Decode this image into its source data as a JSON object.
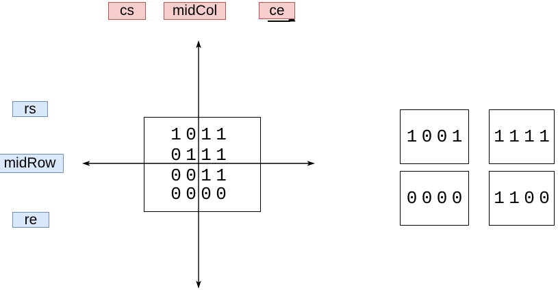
{
  "diagram": {
    "column_markers": [
      {
        "label": "cs"
      },
      {
        "label": "midCol"
      },
      {
        "label": "ce"
      }
    ],
    "row_markers": [
      {
        "label": "rs"
      },
      {
        "label": "midRow"
      },
      {
        "label": "re"
      }
    ],
    "matrix_rows": [
      [
        "1",
        "0",
        "1",
        "1"
      ],
      [
        "0",
        "1",
        "1",
        "1"
      ],
      [
        "0",
        "0",
        "1",
        "1"
      ],
      [
        "0",
        "0",
        "0",
        "0"
      ]
    ],
    "quadrants": [
      {
        "position": "top-left",
        "digits": [
          "1",
          "0",
          "0",
          "1"
        ]
      },
      {
        "position": "top-right",
        "digits": [
          "1",
          "1",
          "1",
          "1"
        ]
      },
      {
        "position": "bottom-left",
        "digits": [
          "0",
          "0",
          "0",
          "0"
        ]
      },
      {
        "position": "bottom-right",
        "digits": [
          "1",
          "1",
          "0",
          "0"
        ]
      }
    ],
    "icons": {
      "cursor": "cursor-arrow-icon",
      "axis_arrows": [
        "arrowhead-up-icon",
        "arrowhead-down-icon",
        "arrowhead-left-icon",
        "arrowhead-right-icon"
      ]
    },
    "colors": {
      "canvas_bg": "#ffffff",
      "pink_fill": "#f8cecc",
      "pink_border": "#b85450",
      "blue_fill": "#dae8fc",
      "blue_border": "#6c8ebf",
      "line_color": "#000000"
    }
  }
}
